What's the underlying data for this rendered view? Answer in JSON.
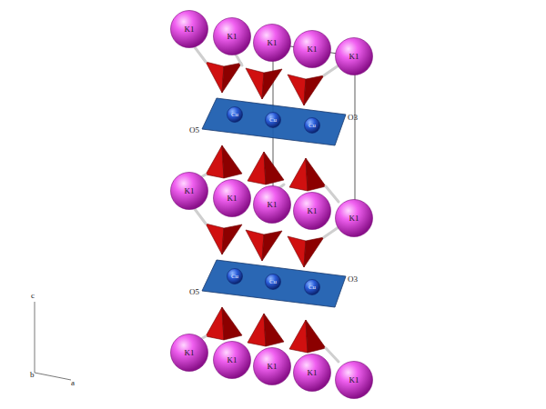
{
  "diagram": {
    "nodes": [
      {
        "text": [
          "K1"
        ]
      },
      {
        "text": [
          "K1"
        ]
      },
      {
        "text": [
          "K1"
        ]
      },
      {
        "text": [
          "K1"
        ]
      },
      {
        "text": [
          "K1"
        ]
      },
      {
        "text": [
          "Cu"
        ]
      },
      {
        "text": [
          "Cu"
        ]
      },
      {
        "text": [
          "Cu"
        ]
      },
      {
        "text": [
          "K1"
        ]
      },
      {
        "text": [
          "K1"
        ]
      },
      {
        "text": [
          "K1"
        ]
      },
      {
        "text": [
          "K1"
        ]
      },
      {
        "text": [
          "K1"
        ]
      },
      {
        "text": [
          "Cu"
        ]
      },
      {
        "text": [
          "Cu"
        ]
      },
      {
        "text": [
          "Cu"
        ]
      },
      {
        "text": [
          "K1"
        ]
      },
      {
        "text": [
          "K1"
        ]
      },
      {
        "text": [
          "K1"
        ]
      },
      {
        "text": [
          "K1"
        ]
      },
      {
        "text": [
          "K1"
        ]
      }
    ],
    "labels": [
      "O3",
      "O5",
      "O3",
      "O5",
      "c",
      "b",
      "a"
    ]
  }
}
